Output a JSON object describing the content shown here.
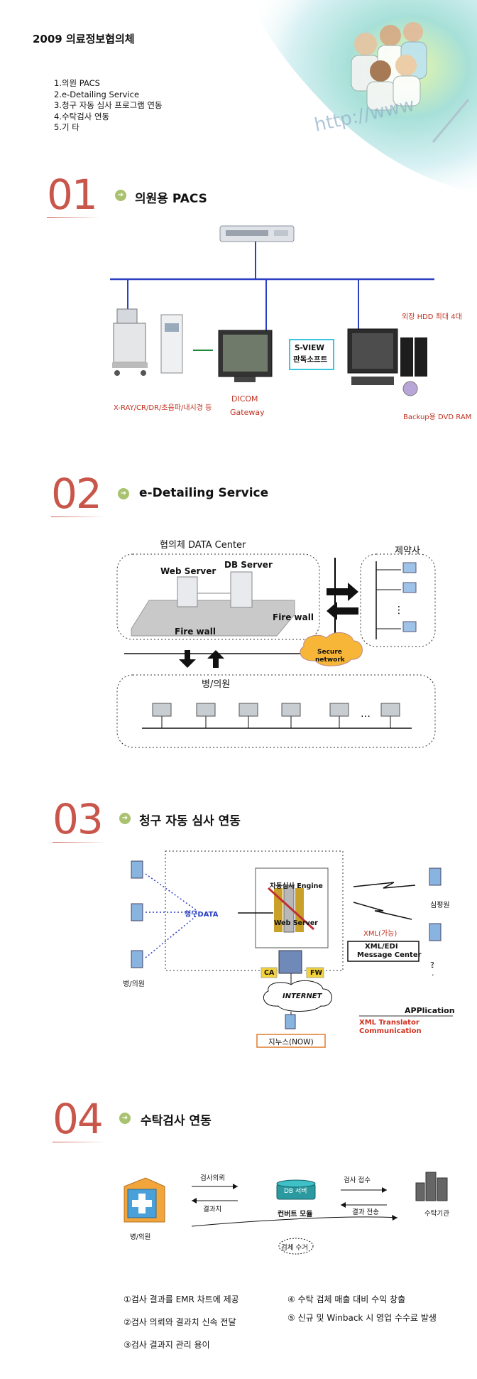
{
  "header": {
    "title": "2009  의료정보협의체",
    "banner_text": "http://www",
    "toc": [
      "1.의원 PACS",
      "2.e-Detailing Service",
      "3.청구 자동 심사 프로그램 연동",
      "4.수탁검사 연동",
      "5.기  타"
    ]
  },
  "sections": [
    {
      "number": "01",
      "title": "의원용 PACS"
    },
    {
      "number": "02",
      "title": "e-Detailing Service"
    },
    {
      "number": "03",
      "title": "청구 자동 심사 연동"
    },
    {
      "number": "04",
      "title": "수탁검사 연동"
    }
  ],
  "pacs": {
    "modality_label": "X-RAY/CR/DR/초음파/내시경 등",
    "dicom_label": "DICOM",
    "gateway_label": "Gateway",
    "sview_line1": "S-VIEW",
    "sview_line2": "판독소프트",
    "hdd_label": "외장 HDD 최대 4대",
    "backup_label": "Backup용 DVD RAM"
  },
  "edetail": {
    "center_label": "협의체 DATA Center",
    "web_server": "Web Server",
    "db_server": "DB Server",
    "firewall_a": "Fire wall",
    "firewall_b": "Fire wall",
    "pharma_label": "제약사",
    "secure_line1": "Secure",
    "secure_line2": "network",
    "clinic_label": "병/의원",
    "dots": "…"
  },
  "claim": {
    "engine_label": "자동심사 Engine",
    "web_server": "Web Server",
    "claim_data": "청구DATA",
    "clinic_label": "병/의원",
    "review_label": "심평원",
    "xml_label": "XML(가능)",
    "msg_line1": "XML/EDI",
    "msg_line2": "Message Center",
    "ca_label": "CA",
    "fw_label": "FW",
    "internet_label": "INTERNET",
    "jinus_label": "지누스(NOW)",
    "question": "?",
    "app_label": "APPlication",
    "xml_translator": "XML Translator",
    "communication": "Communication"
  },
  "lab": {
    "request_label": "검사의뢰",
    "result_label": "결과치",
    "db_label": "DB 서버",
    "convert_label": "컨버트 모듈",
    "receive_label": "검사 접수",
    "transfer_label": "결과 전송",
    "outsource_label": "수탁기관",
    "clinic_label": "병/의원",
    "collect_label": "검체 수거",
    "benefits": [
      "①검사 결과를 EMR 차트에 제공",
      "②검사 의뢰와 결과치 신속 전달",
      "③검사 결과지 관리 용이",
      "④  수탁 검체 매출 대비 수익 창출",
      "⑤  신규 및 Winback 시 영업 수수료 발생"
    ]
  },
  "colors": {
    "section_number": "#c9564a",
    "accent_red": "#c0301f",
    "line_blue": "#2b3fc4",
    "bullet_green": "#a9c270"
  }
}
